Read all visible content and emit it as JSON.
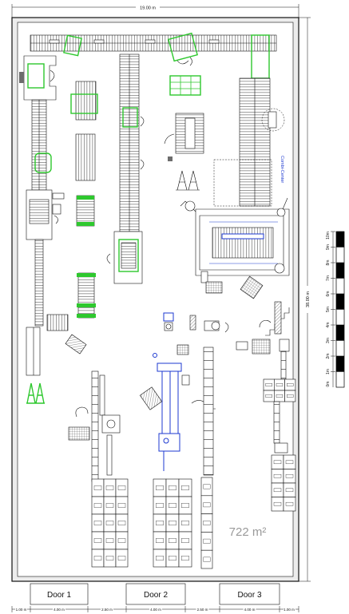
{
  "drawing": {
    "width_label": "19.00 m",
    "height_label": "38.00 m",
    "area_label": "722 m²",
    "annotation": "Combi-Center",
    "doors": [
      {
        "label": "Door 1"
      },
      {
        "label": "Door 2"
      },
      {
        "label": "Door 3"
      }
    ],
    "bottom_dimensions": [
      "1.00 m",
      "4.00 m",
      "2.50 m",
      "4.00 m",
      "2.50 m",
      "4.00 m",
      "1.00 m"
    ],
    "scale_bar": {
      "labels": [
        "10m",
        "9m",
        "8m",
        "7m",
        "6m",
        "5m",
        "4m",
        "3m",
        "2m",
        "1m",
        "0m"
      ]
    }
  },
  "colors": {
    "line": "#111111",
    "highlight": "#2ec82e",
    "machine_blue": "#1e3ad0",
    "area_label": "#9a9a9a"
  }
}
